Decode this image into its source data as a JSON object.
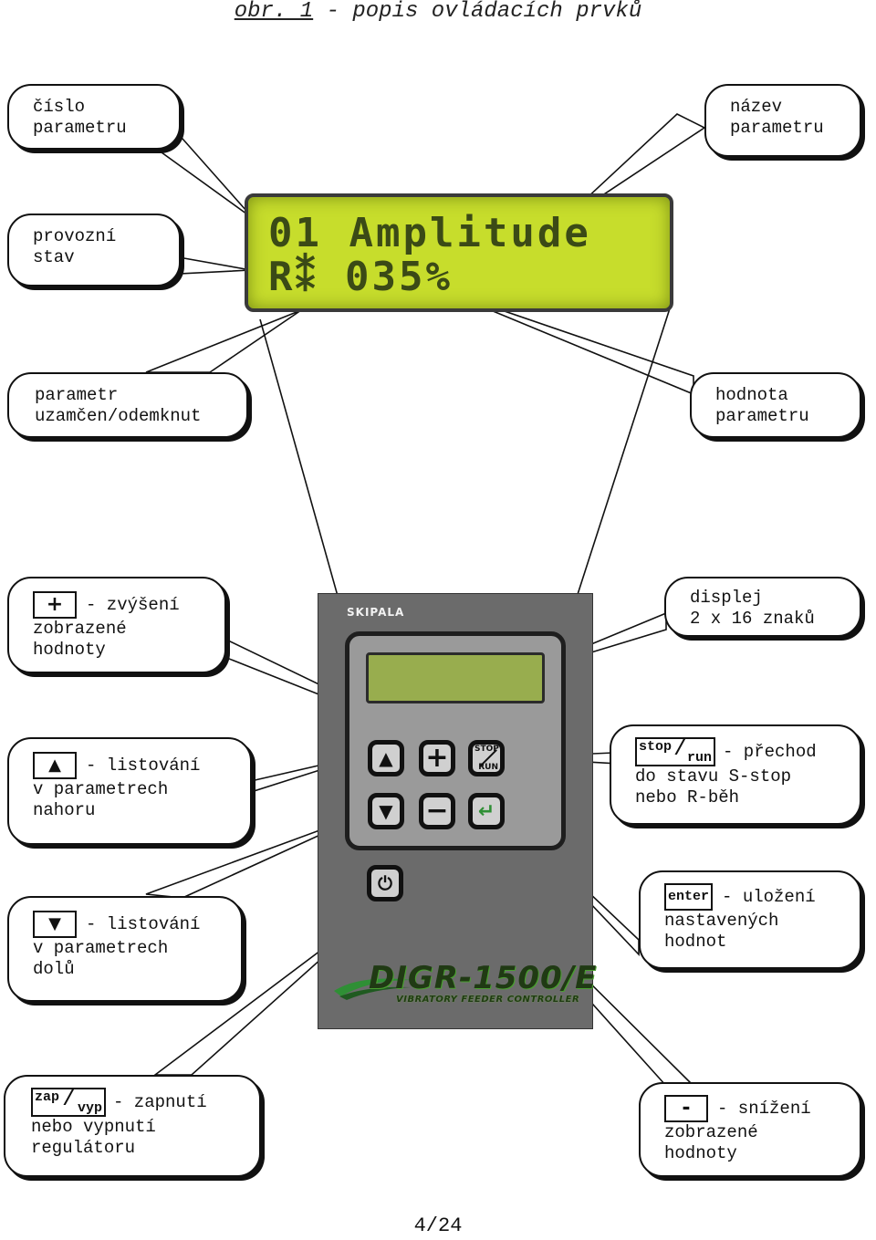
{
  "title": {
    "prefix": "obr. 1",
    "rest": " - popis ovládacích prvků"
  },
  "lcd": {
    "line1": "01 Amplitude",
    "line2": "R⁑ 035%"
  },
  "device": {
    "brand": "SKIPALA",
    "logo_main": "DIGR-1500/E",
    "logo_sub": "VIBRATORY FEEDER CONTROLLER",
    "buttons": {
      "up": "▲",
      "down": "▼",
      "plus": "+",
      "minus": "−",
      "stop": "STOP",
      "run": "RUN",
      "enter": "↵",
      "power": "⏻"
    },
    "colors": {
      "body": "#6b6b6b",
      "panel": "#9a9a9a",
      "lcd": "#c7dd2c",
      "enter_arrow": "#2f8f35"
    }
  },
  "callouts": {
    "cislo": {
      "line1": "číslo",
      "line2": "parametru"
    },
    "nazev": {
      "line1": "název",
      "line2": "parametru"
    },
    "provozni": {
      "line1": "provozní",
      "line2": "stav"
    },
    "uzamcen": {
      "line1": "parametr",
      "line2": "uzamčen/odemknut"
    },
    "hodnota": {
      "line1": "hodnota",
      "line2": "parametru"
    },
    "plus": {
      "key": "+",
      "line1": "- zvýšení",
      "line2": "zobrazené",
      "line3": "hodnoty"
    },
    "displej": {
      "line1": "displej",
      "line2": "2 x 16 znaků"
    },
    "up": {
      "key": "▲",
      "line1": "- listování",
      "line2": "v parametrech",
      "line3": "nahoru"
    },
    "stoprun": {
      "key_a": "stop",
      "key_b": "run",
      "key_sep": "/",
      "line1": "- přechod",
      "line2": "do stavu S-stop",
      "line3": "nebo R-běh"
    },
    "down": {
      "key": "▼",
      "line1": "- listování",
      "line2": "v parametrech",
      "line3": "dolů"
    },
    "enter": {
      "key": "enter",
      "line1": "- uložení",
      "line2": "nastavených",
      "line3": "hodnot"
    },
    "zapvyp": {
      "key_a": "zap",
      "key_b": "vyp",
      "key_sep": "/",
      "line1": "- zapnutí",
      "line2": "nebo vypnutí",
      "line3": "regulátoru"
    },
    "minus": {
      "key": "-",
      "line1": "- snížení",
      "line2": "zobrazené",
      "line3": "hodnoty"
    }
  },
  "page_number": "4/24"
}
